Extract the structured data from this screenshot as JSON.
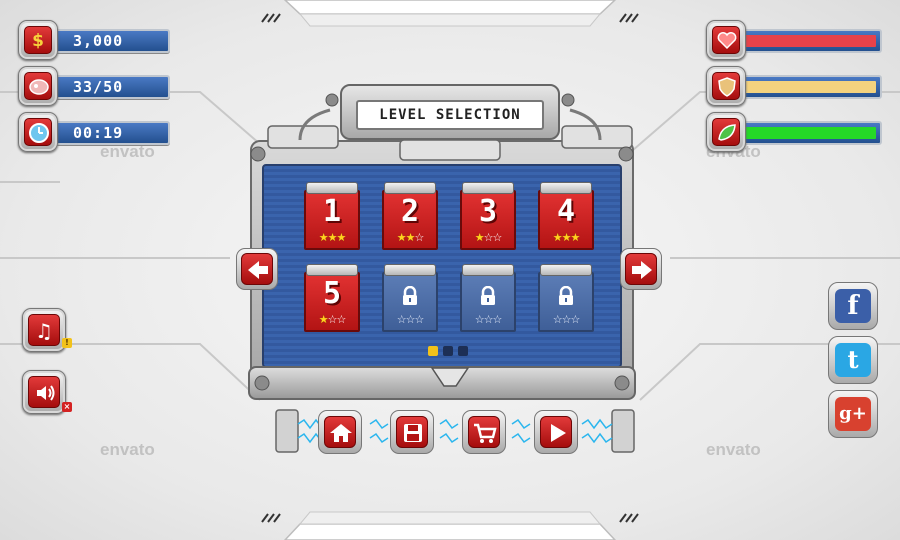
{
  "hud": {
    "coins": "3,000",
    "meat": "33/50",
    "timer": "00:19"
  },
  "meters": [
    {
      "name": "health",
      "icon": "heart-icon",
      "color": "#e8424a",
      "fill": 1.0
    },
    {
      "name": "shield",
      "icon": "shield-icon",
      "color": "#f3d27e",
      "fill": 1.0
    },
    {
      "name": "energy",
      "icon": "leaf-icon",
      "color": "#25d927",
      "fill": 1.0
    }
  ],
  "panel": {
    "title": "LEVEL SELECTION"
  },
  "levels": [
    {
      "num": "1",
      "locked": false,
      "stars": 3
    },
    {
      "num": "2",
      "locked": false,
      "stars": 2
    },
    {
      "num": "3",
      "locked": false,
      "stars": 1
    },
    {
      "num": "4",
      "locked": false,
      "stars": 3
    },
    {
      "num": "5",
      "locked": false,
      "stars": 1
    },
    {
      "num": "",
      "locked": true,
      "stars": 0
    },
    {
      "num": "",
      "locked": true,
      "stars": 0
    },
    {
      "num": "",
      "locked": true,
      "stars": 0
    }
  ],
  "pagination": {
    "current": 1,
    "total": 3,
    "active_color": "#f2c21a",
    "inactive_color": "#1d2f55"
  },
  "bottom_buttons": [
    "home-icon",
    "save-icon",
    "cart-icon",
    "play-icon"
  ],
  "side_buttons": [
    "music-icon",
    "sound-icon"
  ],
  "social": [
    {
      "name": "facebook",
      "label": "f",
      "color": "#3b5fa8"
    },
    {
      "name": "twitter",
      "label": "t",
      "color": "#2aa7e4"
    },
    {
      "name": "google-plus",
      "label": "g+",
      "color": "#d8412f"
    }
  ],
  "watermark": "envato",
  "colors": {
    "brand_red": "#c81c1c",
    "panel_blue": "#3a64ad"
  }
}
